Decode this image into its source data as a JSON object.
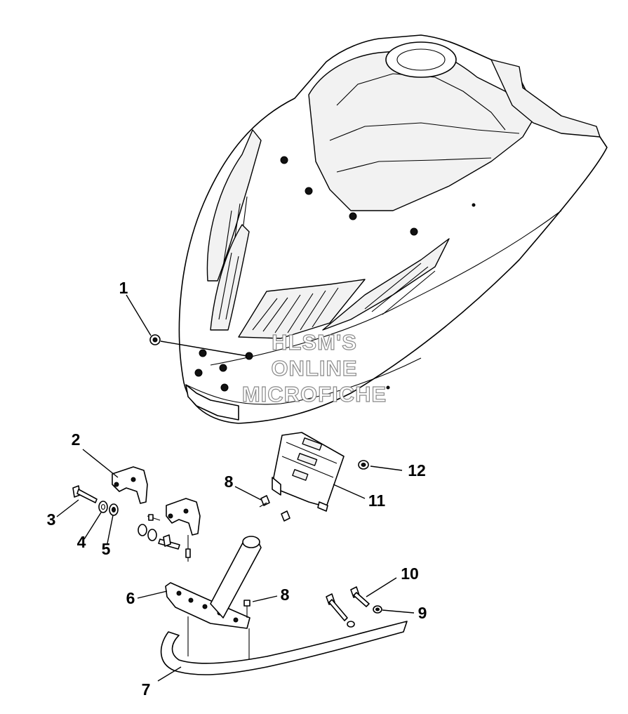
{
  "watermark": {
    "line1": "HLSM'S",
    "line2": "ONLINE",
    "line3": "MICROFICHE"
  },
  "callouts": [
    {
      "id": "c1",
      "label": "1"
    },
    {
      "id": "c2",
      "label": "2"
    },
    {
      "id": "c3",
      "label": "3"
    },
    {
      "id": "c4",
      "label": "4"
    },
    {
      "id": "c5",
      "label": "5"
    },
    {
      "id": "c6",
      "label": "6"
    },
    {
      "id": "c7",
      "label": "7"
    },
    {
      "id": "c8a",
      "label": "8"
    },
    {
      "id": "c8b",
      "label": "8"
    },
    {
      "id": "c9",
      "label": "9"
    },
    {
      "id": "c10",
      "label": "10"
    },
    {
      "id": "c11",
      "label": "11"
    },
    {
      "id": "c12",
      "label": "12"
    }
  ]
}
